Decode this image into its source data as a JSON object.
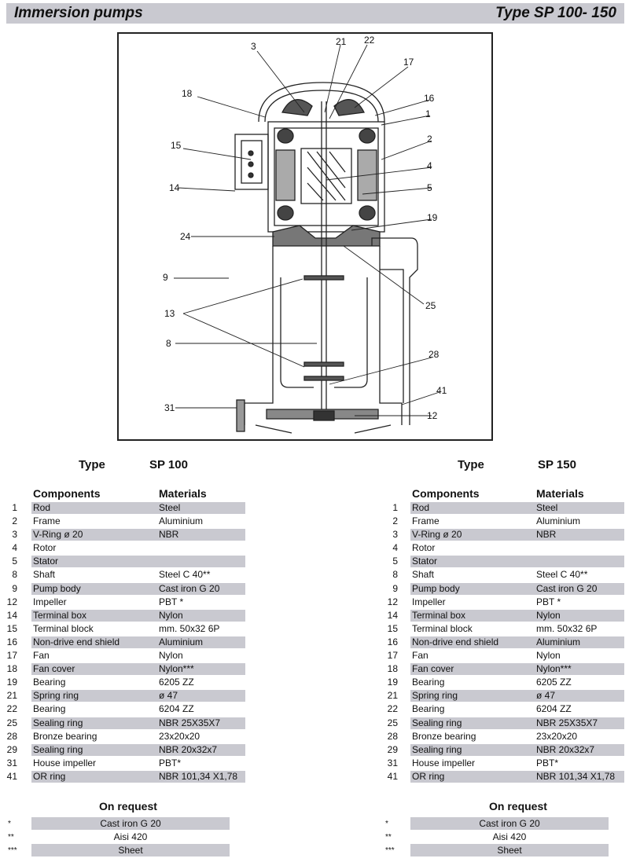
{
  "header": {
    "left": "Immersion pumps",
    "right": "Type SP 100- 150"
  },
  "drawing": {
    "labels": [
      "3",
      "21",
      "22",
      "17",
      "18",
      "16",
      "1",
      "15",
      "2",
      "4",
      "14",
      "5",
      "19",
      "24",
      "9",
      "25",
      "13",
      "8",
      "28",
      "41",
      "31",
      "12"
    ]
  },
  "type_label": "Type",
  "columns": {
    "components": "Components",
    "materials": "Materials"
  },
  "tables": [
    {
      "model": "SP 100",
      "rows": [
        {
          "n": "1",
          "c": "Rod",
          "m": "Steel",
          "shaded": true
        },
        {
          "n": "2",
          "c": "Frame",
          "m": "Aluminium",
          "shaded": false
        },
        {
          "n": "3",
          "c": "V-Ring  ø 20",
          "m": "NBR",
          "shaded": true
        },
        {
          "n": "4",
          "c": "Rotor",
          "m": "",
          "shaded": false
        },
        {
          "n": "5",
          "c": "Stator",
          "m": "",
          "shaded": true
        },
        {
          "n": "8",
          "c": "Shaft",
          "m": "Steel C 40**",
          "shaded": false
        },
        {
          "n": "9",
          "c": "Pump body",
          "m": "Cast iron  G 20",
          "shaded": true
        },
        {
          "n": "12",
          "c": "Impeller",
          "m": "PBT *",
          "shaded": false
        },
        {
          "n": "14",
          "c": "Terminal box",
          "m": "Nylon",
          "shaded": true
        },
        {
          "n": "15",
          "c": "Terminal block",
          "m": "mm. 50x32  6P",
          "shaded": false
        },
        {
          "n": "16",
          "c": "Non-drive end shield",
          "m": "Aluminium",
          "shaded": true
        },
        {
          "n": "17",
          "c": "Fan",
          "m": "Nylon",
          "shaded": false
        },
        {
          "n": "18",
          "c": "Fan cover",
          "m": "Nylon***",
          "shaded": true
        },
        {
          "n": "19",
          "c": "Bearing",
          "m": "6205 ZZ",
          "shaded": false
        },
        {
          "n": "21",
          "c": "Spring ring",
          "m": "ø 47",
          "shaded": true
        },
        {
          "n": "22",
          "c": "Bearing",
          "m": "6204 ZZ",
          "shaded": false
        },
        {
          "n": "25",
          "c": "Sealing ring",
          "m": "NBR 25X35X7",
          "shaded": true
        },
        {
          "n": "28",
          "c": "Bronze bearing",
          "m": "23x20x20",
          "shaded": false
        },
        {
          "n": "29",
          "c": "Sealing ring",
          "m": "NBR 20x32x7",
          "shaded": true
        },
        {
          "n": "31",
          "c": "House impeller",
          "m": "PBT*",
          "shaded": false
        },
        {
          "n": "41",
          "c": "OR ring",
          "m": "NBR 101,34 X1,78",
          "shaded": true
        }
      ]
    },
    {
      "model": "SP 150",
      "rows": [
        {
          "n": "1",
          "c": "Rod",
          "m": "Steel",
          "shaded": true
        },
        {
          "n": "2",
          "c": "Frame",
          "m": "Aluminium",
          "shaded": false
        },
        {
          "n": "3",
          "c": "V-Ring  ø 20",
          "m": "NBR",
          "shaded": true
        },
        {
          "n": "4",
          "c": "Rotor",
          "m": "",
          "shaded": false
        },
        {
          "n": "5",
          "c": "Stator",
          "m": "",
          "shaded": true
        },
        {
          "n": "8",
          "c": "Shaft",
          "m": "Steel C 40**",
          "shaded": false
        },
        {
          "n": "9",
          "c": "Pump body",
          "m": "Cast iron  G 20",
          "shaded": true
        },
        {
          "n": "12",
          "c": "Impeller",
          "m": "PBT *",
          "shaded": false
        },
        {
          "n": "14",
          "c": "Terminal box",
          "m": "Nylon",
          "shaded": true
        },
        {
          "n": "15",
          "c": "Terminal block",
          "m": "mm. 50x32  6P",
          "shaded": false
        },
        {
          "n": "16",
          "c": "Non-drive end shield",
          "m": "Aluminium",
          "shaded": true
        },
        {
          "n": "17",
          "c": "Fan",
          "m": "Nylon",
          "shaded": false
        },
        {
          "n": "18",
          "c": "Fan cover",
          "m": "Nylon***",
          "shaded": true
        },
        {
          "n": "19",
          "c": "Bearing",
          "m": "6205 ZZ",
          "shaded": false
        },
        {
          "n": "21",
          "c": "Spring ring",
          "m": "ø 47",
          "shaded": true
        },
        {
          "n": "22",
          "c": "Bearing",
          "m": "6204 ZZ",
          "shaded": false
        },
        {
          "n": "25",
          "c": "Sealing ring",
          "m": "NBR 25X35X7",
          "shaded": true
        },
        {
          "n": "28",
          "c": "Bronze bearing",
          "m": "23x20x20",
          "shaded": false
        },
        {
          "n": "29",
          "c": "Sealing ring",
          "m": "NBR 20x32x7",
          "shaded": true
        },
        {
          "n": "31",
          "c": "House impeller",
          "m": "PBT*",
          "shaded": false
        },
        {
          "n": "41",
          "c": "OR ring",
          "m": "NBR 101,34 X1,78",
          "shaded": true
        }
      ]
    }
  ],
  "on_request": {
    "title": "On request",
    "rows": [
      {
        "star": "*",
        "v": "Cast iron  G 20",
        "shaded": true
      },
      {
        "star": "**",
        "v": "Aisi  420",
        "shaded": false
      },
      {
        "star": "***",
        "v": "Sheet",
        "shaded": true
      }
    ]
  }
}
